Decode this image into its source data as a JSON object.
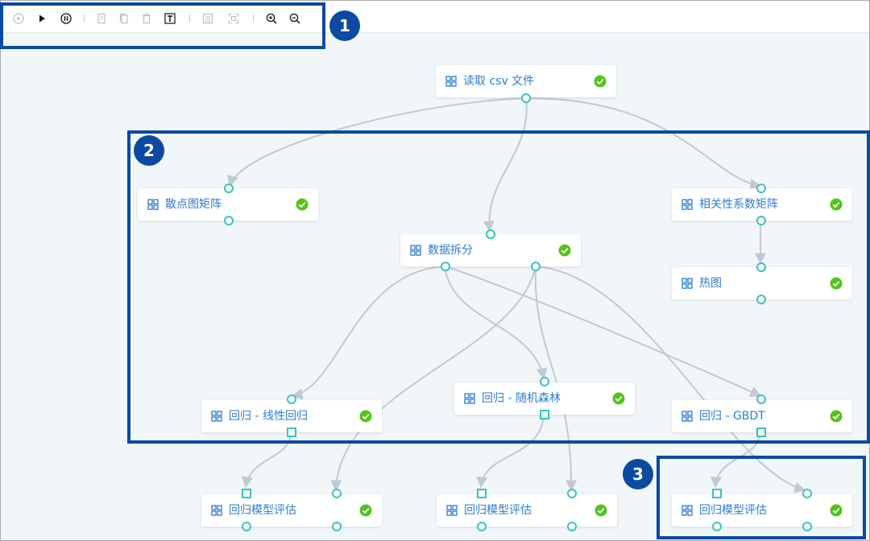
{
  "toolbar": {
    "buttons": [
      {
        "name": "run-icon",
        "enabled": false
      },
      {
        "name": "play-icon",
        "enabled": true
      },
      {
        "name": "pause-icon",
        "enabled": true
      },
      {
        "name": "copy-icon",
        "enabled": false
      },
      {
        "name": "paste-icon",
        "enabled": false
      },
      {
        "name": "delete-icon",
        "enabled": false
      },
      {
        "name": "text-icon",
        "enabled": true
      },
      {
        "name": "fit-view-icon",
        "enabled": false
      },
      {
        "name": "center-view-icon",
        "enabled": false
      },
      {
        "name": "zoom-in-icon",
        "enabled": true
      },
      {
        "name": "zoom-out-icon",
        "enabled": true
      }
    ]
  },
  "nodes": [
    {
      "id": "read_csv",
      "label": "读取 csv 文件",
      "status": "success"
    },
    {
      "id": "scatter",
      "label": "散点图矩阵",
      "status": "success"
    },
    {
      "id": "corr",
      "label": "相关性系数矩阵",
      "status": "success"
    },
    {
      "id": "split",
      "label": "数据拆分",
      "status": "success"
    },
    {
      "id": "heatmap",
      "label": "热图",
      "status": "success"
    },
    {
      "id": "linreg",
      "label": "回归 - 线性回归",
      "status": "success"
    },
    {
      "id": "rf",
      "label": "回归 - 随机森林",
      "status": "success"
    },
    {
      "id": "gbdt",
      "label": "回归 - GBDT",
      "status": "success"
    },
    {
      "id": "eval1",
      "label": "回归模型评估",
      "status": "success"
    },
    {
      "id": "eval2",
      "label": "回归模型评估",
      "status": "success"
    },
    {
      "id": "eval3",
      "label": "回归模型评估",
      "status": "success"
    }
  ],
  "annotations": {
    "badge1": "1",
    "badge2": "2",
    "badge3": "3"
  },
  "colors": {
    "accent": "#2b7bd6",
    "port": "#36c4c0",
    "success": "#52c41a",
    "highlight": "#0b4aa0",
    "edge": "#c4c8d4"
  }
}
